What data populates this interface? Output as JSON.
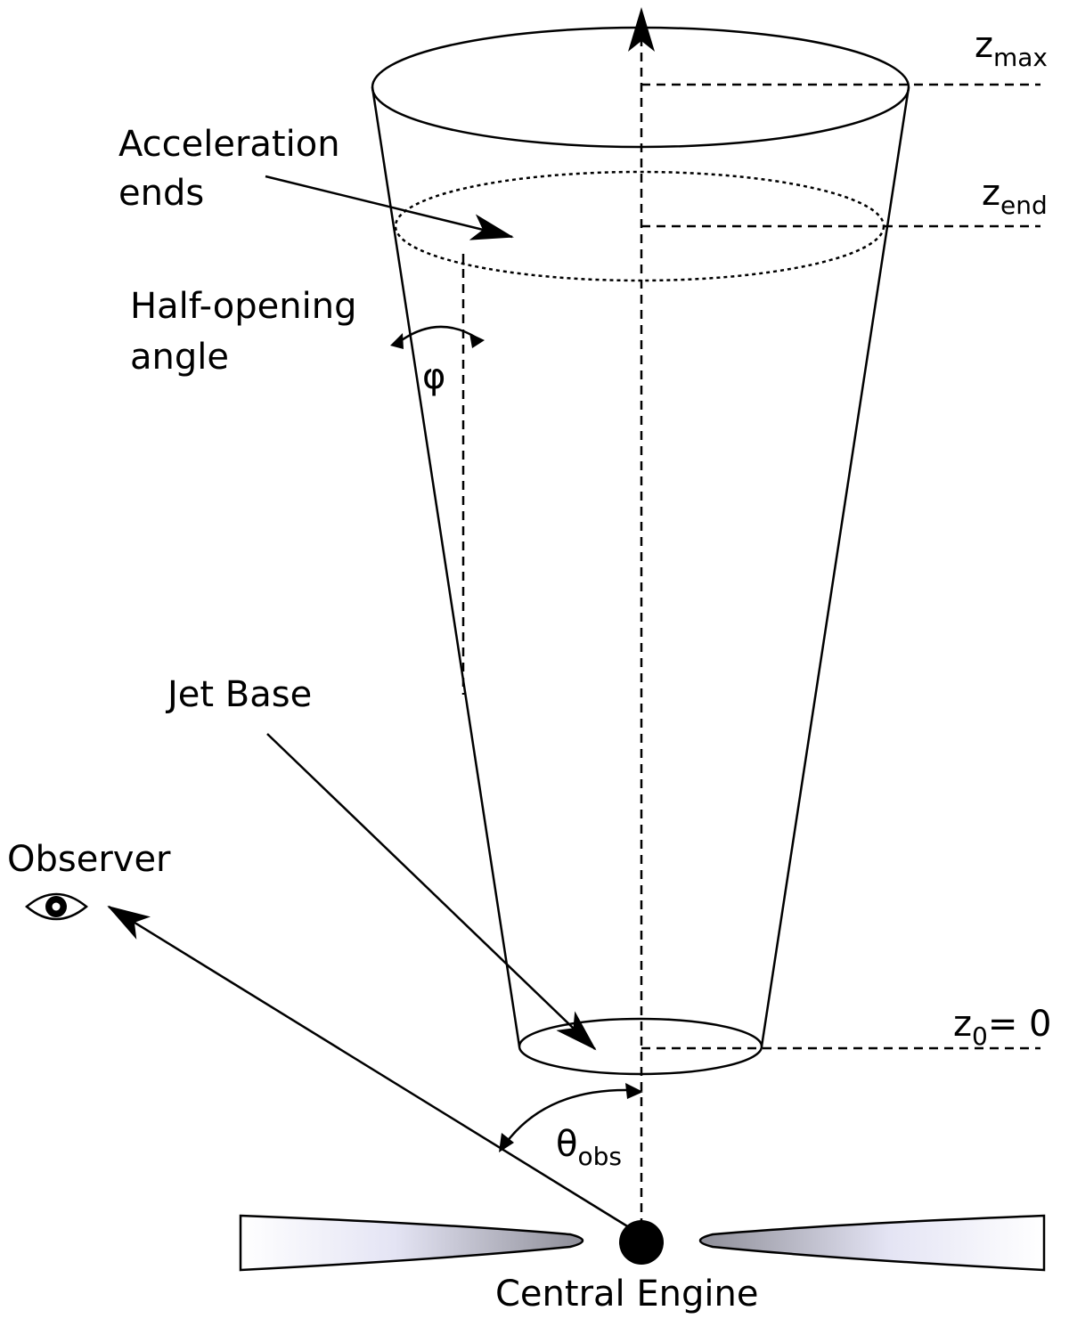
{
  "labels": {
    "acceleration_line1": "Acceleration",
    "acceleration_line2": "ends",
    "half_opening_line1": "Half-opening",
    "half_opening_line2": "angle",
    "phi": "φ",
    "jet_base": "Jet Base",
    "observer": "Observer",
    "central_engine": "Central Engine",
    "theta": "θ",
    "theta_sub": "obs",
    "zmax_main": "z",
    "zmax_sub": "max",
    "zend_main": "z",
    "zend_sub": "end",
    "z0_main": "z",
    "z0_sub": "0",
    "z0_suffix": "= 0"
  },
  "icons": {
    "observer": "eye-icon",
    "engine": "filled-circle"
  },
  "colors": {
    "ink": "#000000",
    "disk_outer": "#ffffff",
    "disk_mid": "#e4e4f4",
    "disk_inner": "#8e8e98"
  }
}
